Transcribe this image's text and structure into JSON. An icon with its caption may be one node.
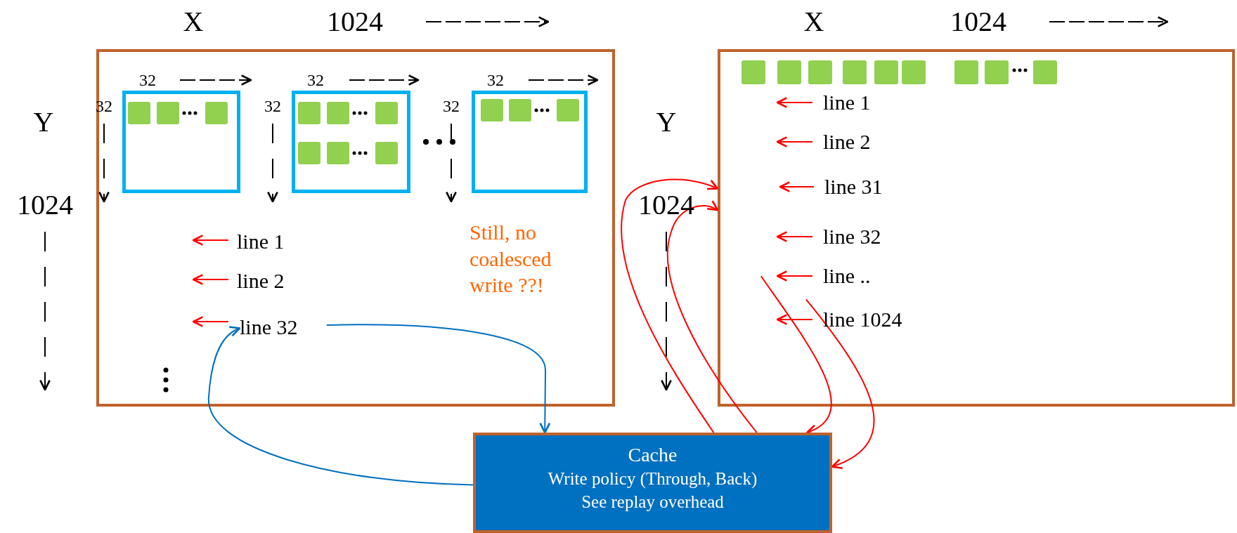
{
  "diagram": {
    "nodes": [
      {
        "text": [],
        "shape": "box"
      },
      {
        "text": [],
        "shape": "box",
        "in": 0
      },
      {
        "text": [],
        "shape": "box",
        "in": 0
      },
      {
        "text": [],
        "shape": "box",
        "in": 0
      },
      {
        "text": [
          "line 32"
        ],
        "in": 0
      },
      {
        "text": [],
        "shape": "box"
      },
      {
        "text": [
          "Cache",
          "Write policy (Through, Back)",
          "See replay overhead"
        ]
      }
    ],
    "edges": [
      {
        "from": 4,
        "to": 6,
        "arrow": "to",
        "color": "#0070c0"
      },
      {
        "from": 6,
        "to": 4,
        "arrow": "to",
        "color": "#0070c0"
      },
      {
        "from": 6,
        "to": 5,
        "arrow": "to"
      },
      {
        "from": 6,
        "to": 5,
        "arrow": "to"
      },
      {
        "from": 5,
        "to": 6,
        "arrow": "to"
      },
      {
        "from": 5,
        "to": 6,
        "arrow": "to"
      }
    ],
    "labels": [
      "X",
      "1024",
      "Y",
      "1024",
      "32",
      "32",
      "32",
      "32",
      "32",
      "32",
      "line 1",
      "line 2",
      "Still, no coalesced write ??!",
      "X",
      "1024",
      "Y",
      "1024",
      "line 1",
      "line 2",
      "line 31",
      "line 32",
      "line ..",
      "line 1024"
    ]
  }
}
